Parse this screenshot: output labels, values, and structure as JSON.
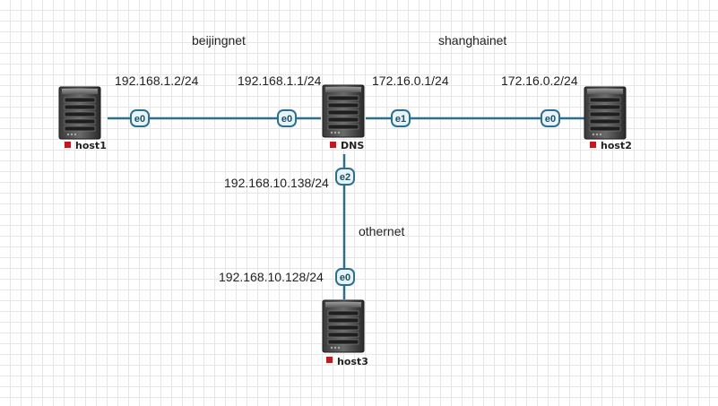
{
  "networks": {
    "beijing": "beijingnet",
    "shanghai": "shanghainet",
    "other": "othernet"
  },
  "nodes": {
    "host1": {
      "name": "host1",
      "icon": "server-icon"
    },
    "dns": {
      "name": "DNS",
      "icon": "server-icon"
    },
    "host2": {
      "name": "host2",
      "icon": "server-icon"
    },
    "host3": {
      "name": "host3",
      "icon": "server-icon"
    }
  },
  "addresses": {
    "host1_e0": "192.168.1.2/24",
    "dns_e0": "192.168.1.1/24",
    "dns_e1": "172.16.0.1/24",
    "host2_e0": "172.16.0.2/24",
    "dns_e2": "192.168.10.138/24",
    "host3_e0": "192.168.10.128/24"
  },
  "interfaces": {
    "host1_e0": "e0",
    "dns_e0": "e0",
    "dns_e1": "e1",
    "host2_e0": "e0",
    "dns_e2": "e2",
    "host3_e0": "e0"
  },
  "colors": {
    "link": "#2d6f8f",
    "status": "#c8161d"
  }
}
